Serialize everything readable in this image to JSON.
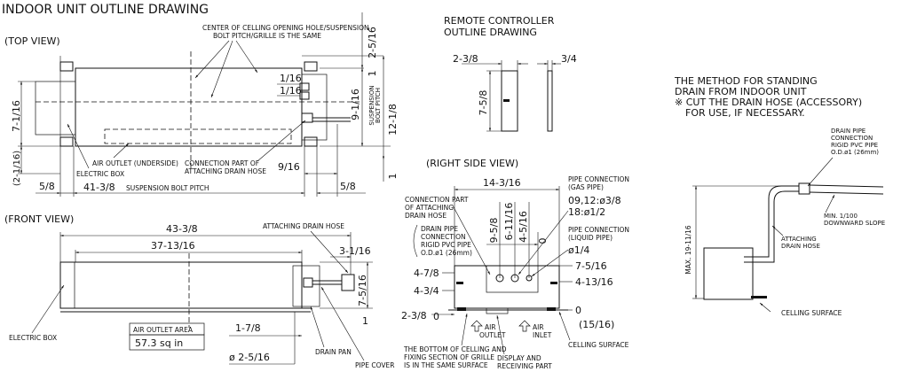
{
  "titles": {
    "main": "INDOOR UNIT OUTLINE DRAWING",
    "top_view": "(TOP VIEW)",
    "front_view": "(FRONT VIEW)",
    "right_view": "(RIGHT SIDE VIEW)",
    "remote1": "REMOTE CONTROLLER",
    "remote2": "OUTLINE DRAWING",
    "method1": "THE METHOD FOR STANDING",
    "method2": "DRAIN FROM INDOOR UNIT",
    "method3": "※ CUT THE DRAIN HOSE (ACCESSORY)",
    "method4": "FOR USE, IF NECESSARY."
  },
  "top": {
    "note1": "CENTER OF CELLING OPENING HOLE/SUSPENSION",
    "note2": "BOLT PITCH/GRILLE IS THE SAME",
    "d_2_5_16": "2-5/16",
    "d_1_16a": "1/16",
    "d_1_16b": "1/16",
    "d_9_1_16": "9-1/16",
    "susp1": "SUSPENSION",
    "susp2": "BOLT PITCH",
    "d_12_1_8": "12-1/8",
    "d_7_1_16": "7-1/16",
    "d_2_1_16": "(2-1/16)",
    "d_1a": "1",
    "d_1b": "1",
    "air_outlet": "AIR OUTLET (UNDERSIDE)",
    "conn1": "CONNECTION PART OF",
    "conn2": "ATTACHING DRAIN HOSE",
    "elec_box": "ELECTRIC BOX",
    "d_9_16": "9/16",
    "d_5_8a": "5/8",
    "d_5_8b": "5/8",
    "d_41": "41-3/8",
    "susp_pitch": "SUSPENSION BOLT PITCH"
  },
  "front": {
    "d_43": "43-3/8",
    "d_37": "37-13/16",
    "attach": "ATTACHING DRAIN HOSE",
    "d_3_1_16": "3-1/16",
    "d_7_5_16": "7-5/16",
    "d_1": "1",
    "elec_box": "ELECTRIC BOX",
    "area_lbl": "AIR OUTLET AREA",
    "area_val": "57.3 sq in",
    "d_1_7_8": "1-7/8",
    "d_2_5_16": "ø 2-5/16",
    "drain_pan": "DRAIN PAN",
    "pipe_cover": "PIPE COVER"
  },
  "remote": {
    "d_2_3_8": "2-3/8",
    "d_3_4": "3/4",
    "d_7_5_8": "7-5/8"
  },
  "right": {
    "d_14": "14-3/16",
    "conn1": "CONNECTION PART",
    "conn2": "OF ATTACHING",
    "conn3": "DRAIN HOSE",
    "dp1": "DRAIN PIPE",
    "dp2": "CONNECTION",
    "dp3": "RIGID PVC PIPE",
    "dp4": "O.D.ø1 (26mm)",
    "gas1": "PIPE CONNECTION",
    "gas2": "(GAS PIPE)",
    "gas3": "09,12:ø3/8",
    "gas4": "18:ø1/2",
    "liq1": "PIPE CONNECTION",
    "liq2": "(LIQUID PIPE)",
    "liq3": "ø1/4",
    "d_9_5_8": "9-5/8",
    "d_6_11_16": "6-11/16",
    "d_4_5_16": "4-5/16",
    "d_0a": "0",
    "d_4_7_8": "4-7/8",
    "d_4_3_4": "4-3/4",
    "d_2_3_8": "2-3/8",
    "d_0b": "0",
    "d_7_5_16": "7-5/16",
    "d_4_13_16": "4-13/16",
    "d_0c": "0",
    "d_15_16": "(15/16)",
    "air_outlet1": "AIR",
    "air_outlet2": "OUTLET",
    "air_inlet1": "AIR",
    "air_inlet2": "INLET",
    "ceiling": "CELLING SURFACE",
    "bottom1": "THE BOTTOM OF CELLING AND",
    "bottom2": "FIXING SECTION OF GRILLE",
    "bottom3": "IS IN THE SAME SURFACE",
    "disp1": "DISPLAY AND",
    "disp2": "RECEIVING PART"
  },
  "method": {
    "dp1": "DRAIN PIPE",
    "dp2": "CONNECTION",
    "dp3": "RIGID PVC PIPE",
    "dp4": "O.D.ø1 (26mm)",
    "slope1": "MIN. 1/100",
    "slope2": "DOWNWARD SLOPE",
    "att1": "ATTACHING",
    "att2": "DRAIN HOSE",
    "max": "MAX. 19-11/16",
    "ceiling": "CELLING SURFACE"
  }
}
